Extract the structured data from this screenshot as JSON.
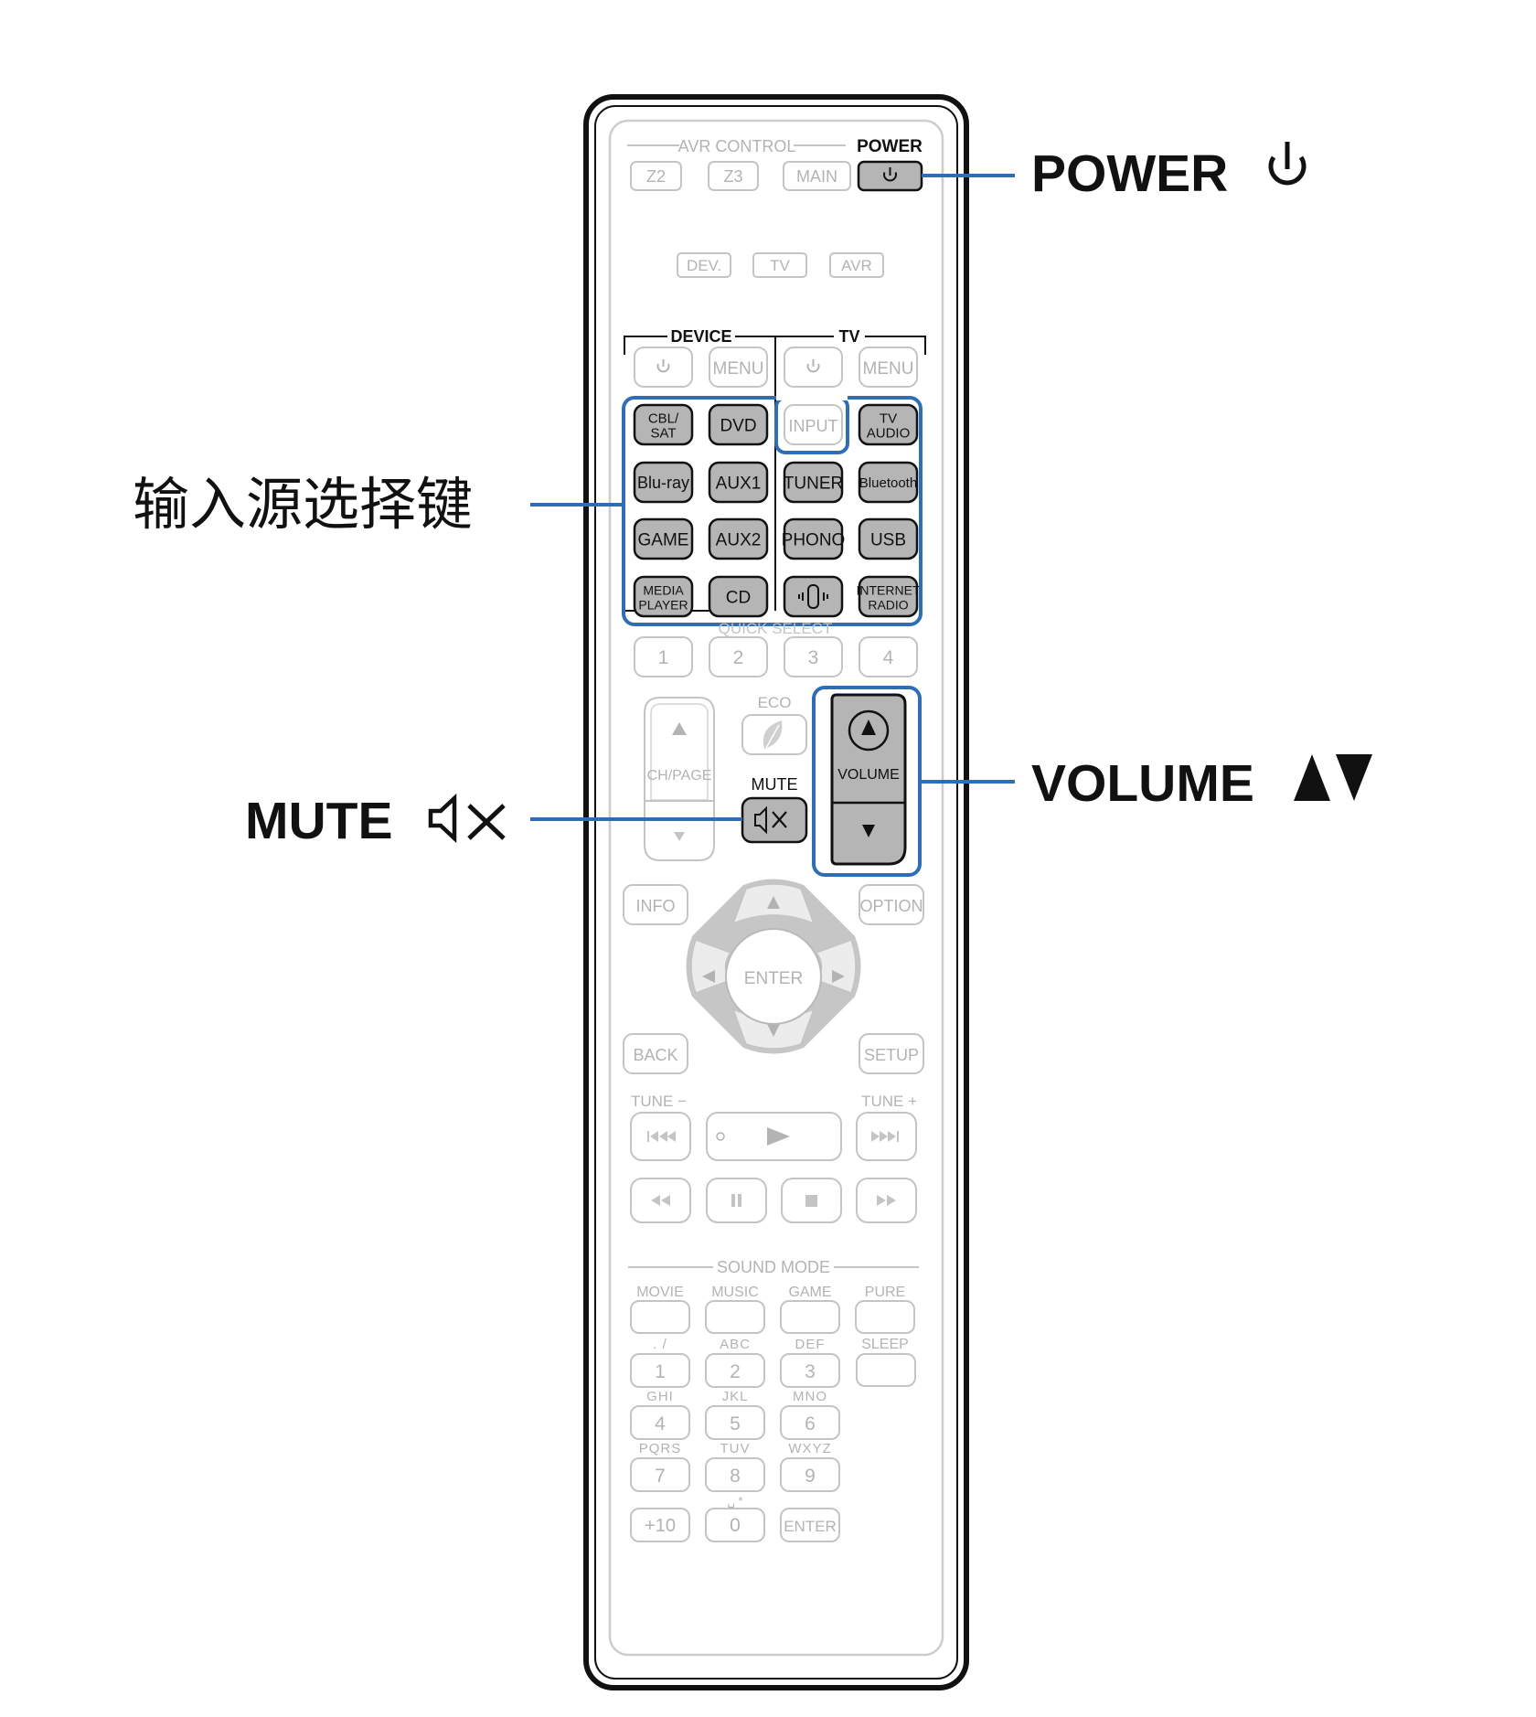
{
  "callouts": {
    "power": "POWER",
    "input_source": "输入源选择键",
    "mute": "MUTE",
    "volume": "VOLUME"
  },
  "remote": {
    "avr_control_title": "AVR CONTROL",
    "power_title": "POWER",
    "zone_buttons": [
      "Z2",
      "Z3",
      "MAIN"
    ],
    "mode_buttons": [
      "DEV.",
      "TV",
      "AVR"
    ],
    "device_title": "DEVICE",
    "tv_title": "TV",
    "device_menu": "MENU",
    "tv_menu": "MENU",
    "input_label": "INPUT",
    "source_buttons": [
      {
        "line1": "CBL/",
        "line2": "SAT"
      },
      {
        "line1": "DVD",
        "line2": ""
      },
      {
        "line1": "TV",
        "line2": "AUDIO"
      },
      {
        "line1": "Blu-ray",
        "line2": ""
      },
      {
        "line1": "AUX1",
        "line2": ""
      },
      {
        "line1": "TUNER",
        "line2": ""
      },
      {
        "line1": "Bluetooth",
        "line2": ""
      },
      {
        "line1": "GAME",
        "line2": ""
      },
      {
        "line1": "AUX2",
        "line2": ""
      },
      {
        "line1": "PHONO",
        "line2": ""
      },
      {
        "line1": "USB",
        "line2": ""
      },
      {
        "line1": "MEDIA",
        "line2": "PLAYER"
      },
      {
        "line1": "CD",
        "line2": ""
      },
      {
        "line1": "INTERNET",
        "line2": "RADIO"
      }
    ],
    "quick_select_title": "QUICK SELECT",
    "quick_buttons": [
      "1",
      "2",
      "3",
      "4"
    ],
    "eco_label": "ECO",
    "ch_page_label": "CH/PAGE",
    "mute_label": "MUTE",
    "volume_label": "VOLUME",
    "info_label": "INFO",
    "option_label": "OPTION",
    "enter_label": "ENTER",
    "back_label": "BACK",
    "setup_label": "SETUP",
    "tune_minus_label": "TUNE −",
    "tune_plus_label": "TUNE +",
    "sound_mode_title": "SOUND MODE",
    "sound_modes": [
      "MOVIE",
      "MUSIC",
      "GAME",
      "PURE"
    ],
    "sleep_label": "SLEEP",
    "keypad_letters": [
      ". /",
      "ABC",
      "DEF",
      "GHI",
      "JKL",
      "MNO",
      "PQRS",
      "TUV",
      "WXYZ"
    ],
    "keypad_digits": [
      "1",
      "2",
      "3",
      "4",
      "5",
      "6",
      "7",
      "8",
      "9"
    ],
    "plus10_label": "+10",
    "zero_label": "0",
    "zero_sub_label": "␣ *",
    "keypad_enter_label": "ENTER"
  },
  "colors": {
    "highlight": "#2f6db4",
    "active_button_fill": "#b5b5b5",
    "inactive_stroke": "#c4c4c4",
    "inactive_text": "#b3b3b3"
  }
}
